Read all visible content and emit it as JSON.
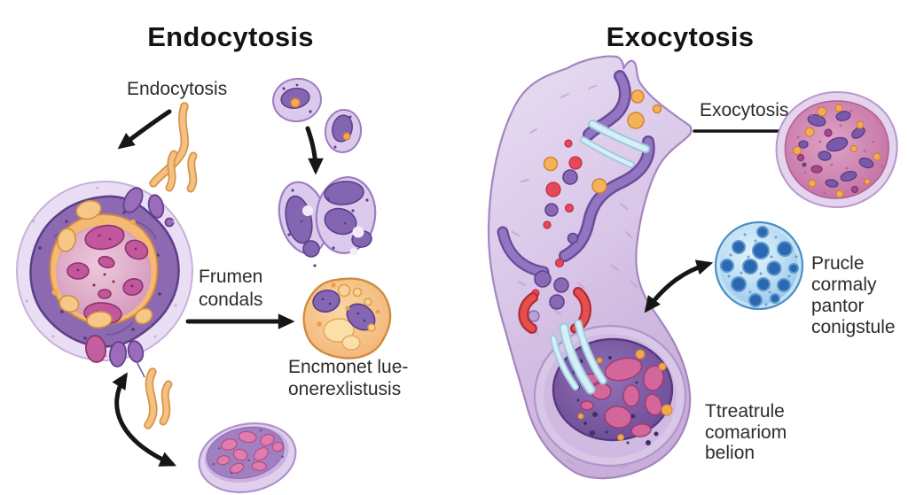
{
  "left_panel": {
    "title": "Endocytosis",
    "labels": {
      "endocytosis_pointer": "Endocytosis",
      "frumen": {
        "line1": "Frumen",
        "line2": "condals"
      },
      "encmonet": {
        "line1": "Encmonet lue-",
        "line2": "onerexlistusis"
      }
    }
  },
  "right_panel": {
    "title": "Exocytosis",
    "labels": {
      "exocytosis_pointer": "Exocytosis",
      "prucle": {
        "line1": "Prucle",
        "line2": "cormaly",
        "line3": "pantor",
        "line4": "conigstule"
      },
      "ttreatrule": {
        "line1": "Ttreatrule",
        "line2": "comariom",
        "line3": "belion"
      }
    }
  },
  "colors": {
    "background": "#ffffff",
    "text_dark": "#2c2c2c",
    "title_black": "#131313",
    "arrow_black": "#161616",
    "cell_lavender": "#dccae9",
    "membrane_purple": "#8d69b2",
    "membrane_outline": "#5c3f87",
    "vesicle_ring_orange": "#f4ba74",
    "blob_magenta": "#c2579c",
    "inner_pink": "#dfadc9",
    "squiggle_orange": "#f5c183",
    "orange_cell": "#f3b878",
    "nucleus_purple": "#6d4b96",
    "nucleus_pink_blob": "#d3679b",
    "cyan_strip": "#d6eef8",
    "red_organelle": "#e64f4c",
    "pink_cell": "#cd82ae",
    "blue_cell": "#bfe0f4",
    "blue_dot": "#2a69b2",
    "orange_dot": "#f2ab57"
  }
}
